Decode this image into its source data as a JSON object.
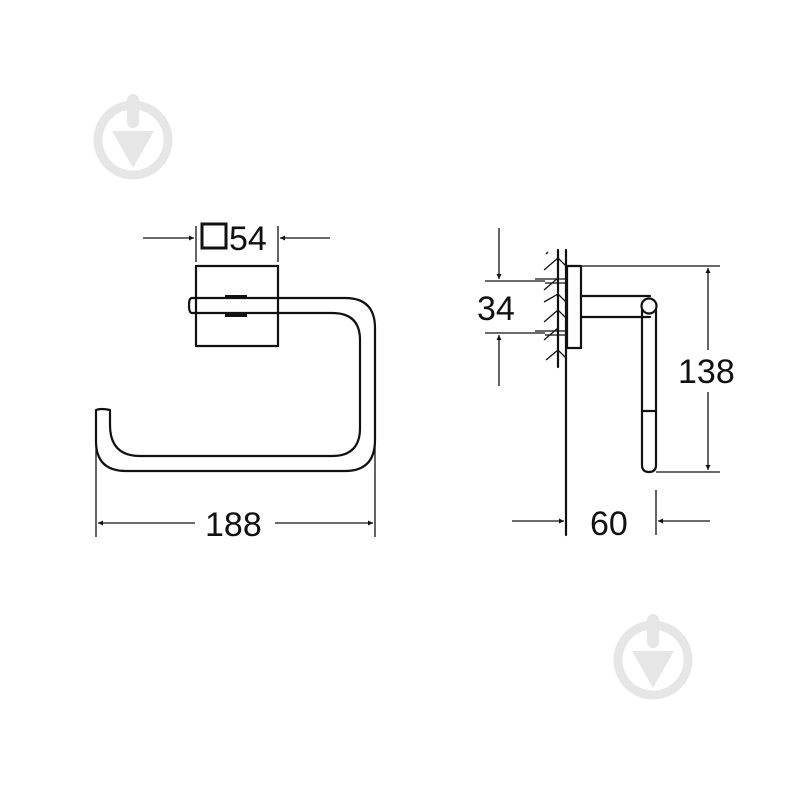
{
  "diagram": {
    "type": "technical-dimension-drawing",
    "subject": "towel ring / paper holder",
    "views": {
      "front": {
        "dimensions": {
          "base_square": "54",
          "width": "188"
        }
      },
      "side": {
        "dimensions": {
          "mount_spacing": "34",
          "height": "138",
          "projection": "60"
        }
      }
    },
    "watermarks": [
      {
        "icon": "trowel-in-circle-icon",
        "position": "top-left"
      },
      {
        "icon": "trowel-in-circle-icon",
        "position": "bottom-right"
      }
    ],
    "colors": {
      "line": "#111111",
      "watermark": "#e6e6e6",
      "background": "#ffffff"
    }
  }
}
